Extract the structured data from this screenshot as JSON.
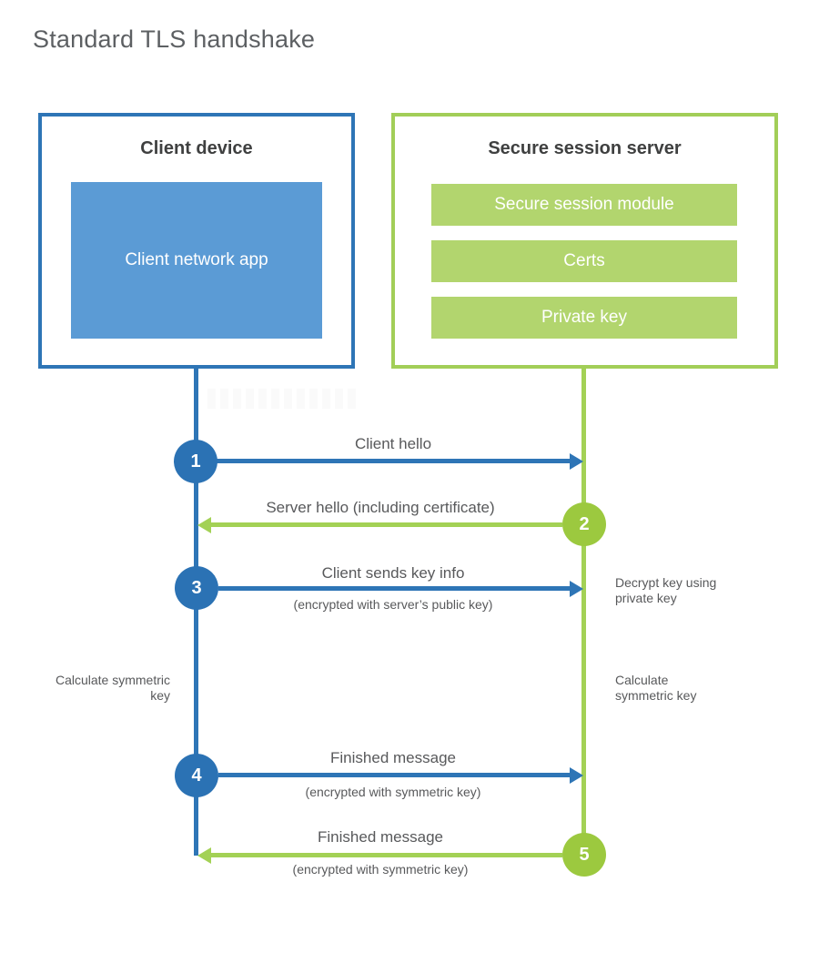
{
  "title": "Standard TLS handshake",
  "colors": {
    "blue_stroke": "#2e75b6",
    "blue_fill": "#5b9bd5",
    "blue_circle": "#2b72b4",
    "green_stroke": "#a3d155",
    "green_fill": "#b2d56e",
    "green_circle": "#9cc93f",
    "heading_text": "#3f4040",
    "label_text": "#58595b"
  },
  "client": {
    "title": "Client device",
    "app_label": "Client network app"
  },
  "server": {
    "title": "Secure session server",
    "modules": [
      "Secure session module",
      "Certs",
      "Private key"
    ]
  },
  "steps": [
    {
      "num": "1",
      "label": "Client hello",
      "sub": "",
      "direction": "right",
      "actor": "client"
    },
    {
      "num": "2",
      "label": "Server hello (including certificate)",
      "sub": "",
      "direction": "left",
      "actor": "server"
    },
    {
      "num": "3",
      "label": "Client sends key info",
      "sub": "(encrypted with server’s public key)",
      "direction": "right",
      "actor": "client"
    },
    {
      "num": "4",
      "label": "Finished message",
      "sub": "(encrypted with symmetric key)",
      "direction": "right",
      "actor": "client"
    },
    {
      "num": "5",
      "label": "Finished message",
      "sub": "(encrypted with symmetric key)",
      "direction": "left",
      "actor": "server"
    }
  ],
  "annotations": {
    "decrypt_note": "Decrypt key using private key",
    "calc_left": "Calculate symmetric key",
    "calc_right": "Calculate symmetric key"
  }
}
